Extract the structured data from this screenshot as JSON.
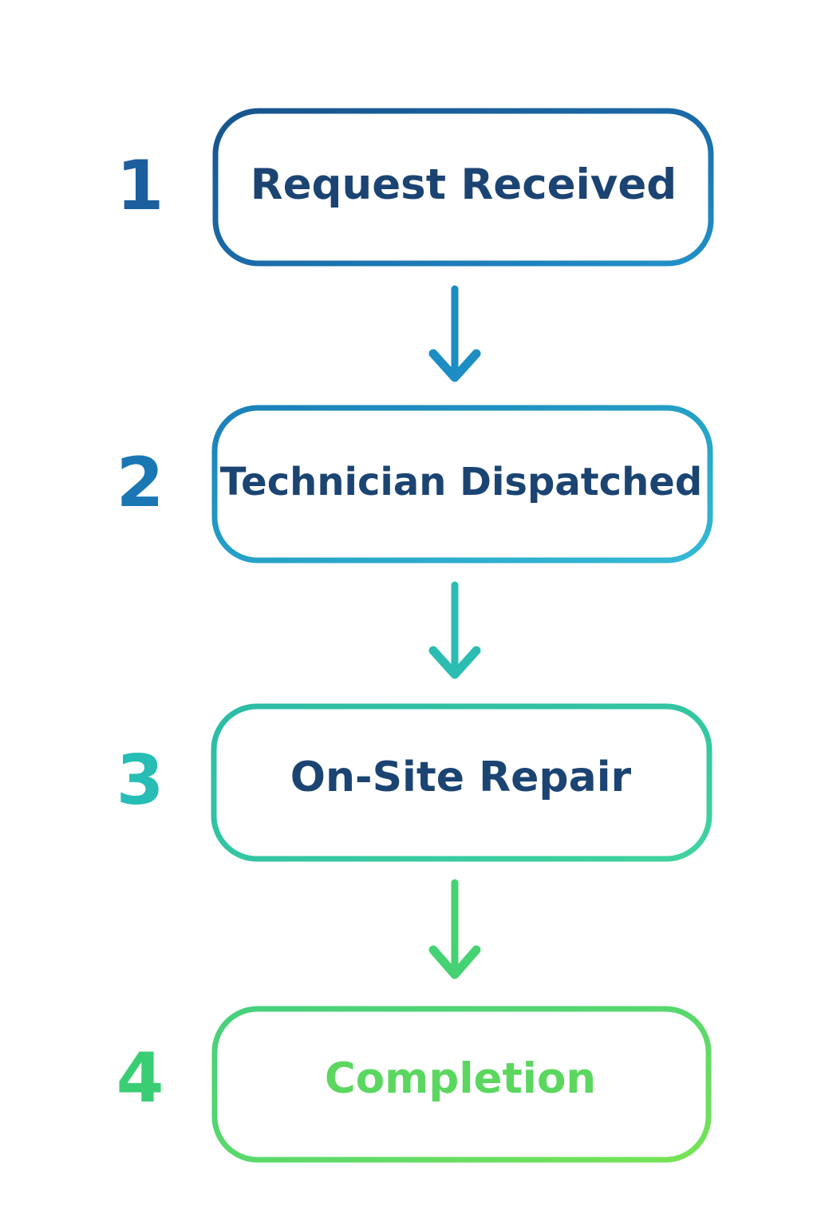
{
  "diagram": {
    "type": "vertical-flowchart",
    "background_color": "#ffffff",
    "label_text_color": "#1b4472",
    "steps": [
      {
        "number": "1",
        "label": "Request Received",
        "number_color": "#1c5e9e",
        "border_color_start": "#17548c",
        "border_color_end": "#2192c9",
        "label_color": "#1b4472"
      },
      {
        "number": "2",
        "label": "Technician Dispatched",
        "number_color": "#1a77b4",
        "border_color_start": "#1a7fb8",
        "border_color_end": "#35bad6",
        "label_color": "#1b4472"
      },
      {
        "number": "3",
        "label": "On-Site Repair",
        "number_color": "#27bdb4",
        "border_color_start": "#2cbba6",
        "border_color_end": "#41d39d",
        "label_color": "#1b4472"
      },
      {
        "number": "4",
        "label": "Completion",
        "number_color": "#3ace74",
        "border_color_start": "#46cf7e",
        "border_color_end": "#78e356",
        "label_color": "#5bd760"
      }
    ],
    "connectors": [
      {
        "name": "arrow-1-to-2",
        "color": "#1d8dc4",
        "direction": "down"
      },
      {
        "name": "arrow-2-to-3",
        "color": "#2bbdb2",
        "direction": "down"
      },
      {
        "name": "arrow-3-to-4",
        "color": "#45d272",
        "direction": "down"
      }
    ]
  }
}
